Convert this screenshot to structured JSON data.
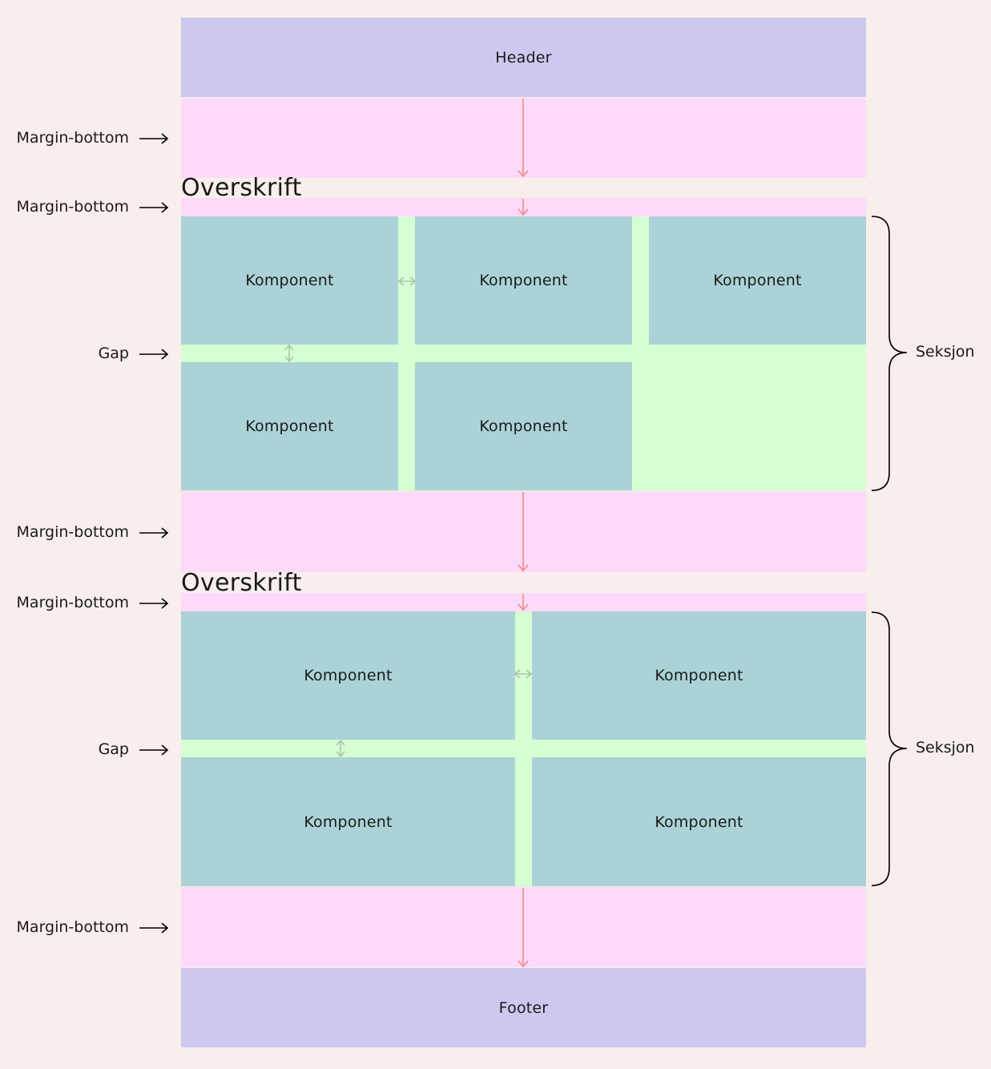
{
  "header": {
    "label": "Header"
  },
  "footer": {
    "label": "Footer"
  },
  "margin_label": "Margin-bottom",
  "gap_label": "Gap",
  "section_label": "Seksjon",
  "sections": [
    {
      "heading": "Overskrift",
      "components": [
        "Komponent",
        "Komponent",
        "Komponent",
        "Komponent",
        "Komponent"
      ]
    },
    {
      "heading": "Overskrift",
      "components": [
        "Komponent",
        "Komponent",
        "Komponent",
        "Komponent"
      ]
    }
  ],
  "colors": {
    "background": "#f8eeec",
    "header_footer": "#ccc8ef",
    "margin": "#fddaf9",
    "gap": "#d7ffd4",
    "component": "#abd3d7",
    "margin_arrow": "#ee8a88",
    "gap_arrow": "#a9c6a4"
  }
}
